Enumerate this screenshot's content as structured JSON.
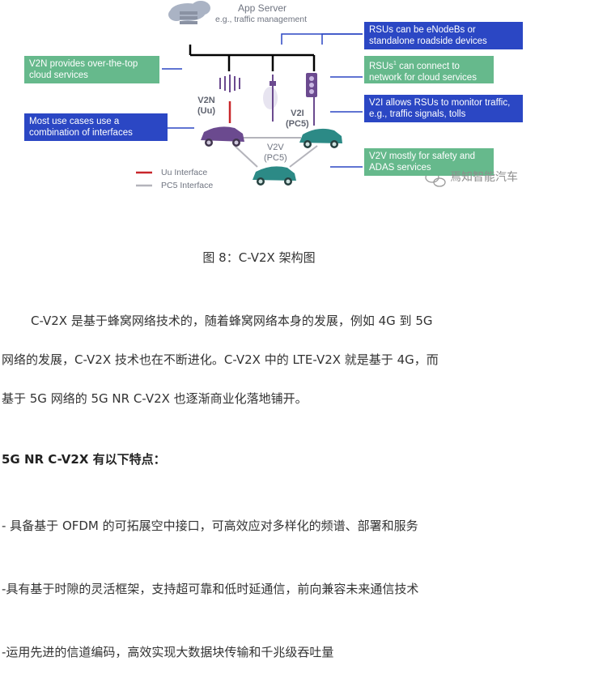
{
  "figure": {
    "app_server_title": "App Server",
    "app_server_subtitle": "e.g., traffic management",
    "box_rsus_enodeb": "RSUs can be eNodeBs or\nstandalone roadside devices",
    "box_v2n": "V2N provides over-the-top\ncloud services",
    "box_rsus_prefix": "RSUs",
    "box_rsus_sup": "1",
    "box_rsus_rest": " can connect to\nnetwork for cloud services",
    "box_v2i": "V2I allows RSUs to monitor traffic,\ne.g., traffic signals, tolls",
    "box_combination": "Most use cases use a\ncombination of interfaces",
    "box_v2v": "V2V mostly for safety and\nADAS services",
    "label_v2n": "V2N\n(Uu)",
    "label_v2i": "V2I\n(PC5)",
    "label_v2v": "V2V\n(PC5)",
    "legend_uu": "Uu Interface",
    "legend_pc5": "PC5 Interface",
    "watermark": "焉知智能汽车",
    "colors": {
      "green": "#66b98c",
      "blue": "#2b47c4",
      "purple": "#6b4a8f",
      "teal": "#2c8a86",
      "red": "#c8262b"
    }
  },
  "caption": "图 8：C-V2X 架构图",
  "paragraph_lines": [
    "C-V2X 是基于蜂窝网络技术的，随着蜂窝网络本身的发展，例如 4G 到 5G",
    "网络的发展，C-V2X 技术也在不断进化。C-V2X 中的 LTE-V2X 就是基于 4G，而",
    "基于 5G 网络的 5G NR C-V2X 也逐渐商业化落地铺开。"
  ],
  "heading": "5G NR C-V2X 有以下特点：",
  "features": [
    "-   具备基于 OFDM 的可拓展空中接口，可高效应对多样化的频谱、部署和服务",
    "-具有基于时隙的灵活框架，支持超可靠和低时延通信，前向兼容未来通信技术",
    "-运用先进的信道编码，高效实现大数据块传输和千兆级吞吐量"
  ]
}
